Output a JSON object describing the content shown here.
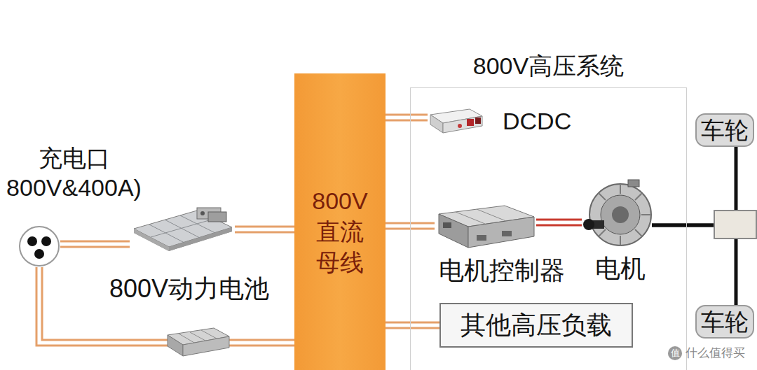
{
  "diagram": {
    "nodes": [
      {
        "text": [
          "充电口 800V&400A)"
        ]
      },
      {
        "text": [
          "800V动力电池"
        ]
      },
      {
        "text": [
          "800V 直流 母线"
        ]
      },
      {
        "text": [
          "800V高压系统"
        ]
      },
      {
        "text": [
          "DCDC"
        ],
        "in": 3
      },
      {
        "text": [
          "电机控制器"
        ],
        "in": 3
      },
      {
        "text": [
          "电机"
        ],
        "in": 3
      },
      {
        "text": [
          "其他高压负载"
        ],
        "in": 3
      },
      {
        "text": [
          "车轮"
        ]
      },
      {
        "text": [
          "车轮"
        ]
      }
    ],
    "edges": [
      {
        "from": 0,
        "to": 1,
        "arrow": "none"
      },
      {
        "from": 1,
        "to": 2,
        "arrow": "none"
      },
      {
        "from": 0,
        "to": 2,
        "arrow": "none"
      },
      {
        "from": 2,
        "to": 4,
        "arrow": "none"
      },
      {
        "from": 2,
        "to": 5,
        "arrow": "none"
      },
      {
        "from": 2,
        "to": 7,
        "arrow": "none"
      },
      {
        "from": 5,
        "to": 6,
        "arrow": "none"
      },
      {
        "from": 6,
        "to": 8,
        "arrow": "none"
      },
      {
        "from": 6,
        "to": 9,
        "arrow": "none"
      }
    ],
    "labels": [
      "值",
      "什么值得买"
    ]
  }
}
